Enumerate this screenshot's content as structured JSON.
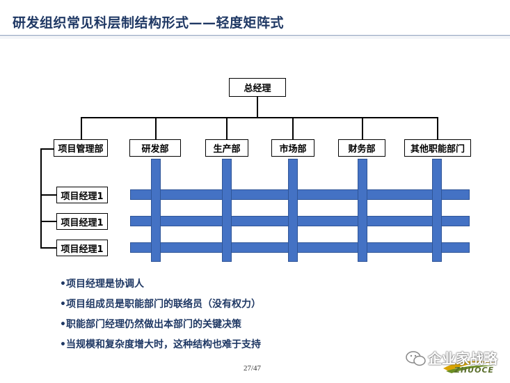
{
  "title": "研发组织常见科层制结构形式——轻度矩阵式",
  "top": {
    "label": "总经理"
  },
  "left_dept": {
    "label": "项目管理部"
  },
  "departments": [
    {
      "label": "研发部"
    },
    {
      "label": "生产部"
    },
    {
      "label": "市场部"
    },
    {
      "label": "财务部"
    },
    {
      "label": "其他职能部门"
    }
  ],
  "project_managers": [
    {
      "label": "项目经理1"
    },
    {
      "label": "项目经理1"
    },
    {
      "label": "项目经理1"
    }
  ],
  "bullets": [
    "•项目经理是协调人",
    "•项目组成员是职能部门的联络员（没有权力）",
    "•职能部门经理仍然做出本部门的关键决策",
    "•当规模和复杂度增大时，这种结构也难于支持"
  ],
  "page_number": "27/47",
  "watermark": {
    "text": "企业家战略",
    "sub": "ZHUOCE"
  },
  "colors": {
    "bar": "#4472c4",
    "title": "#1f3864"
  }
}
